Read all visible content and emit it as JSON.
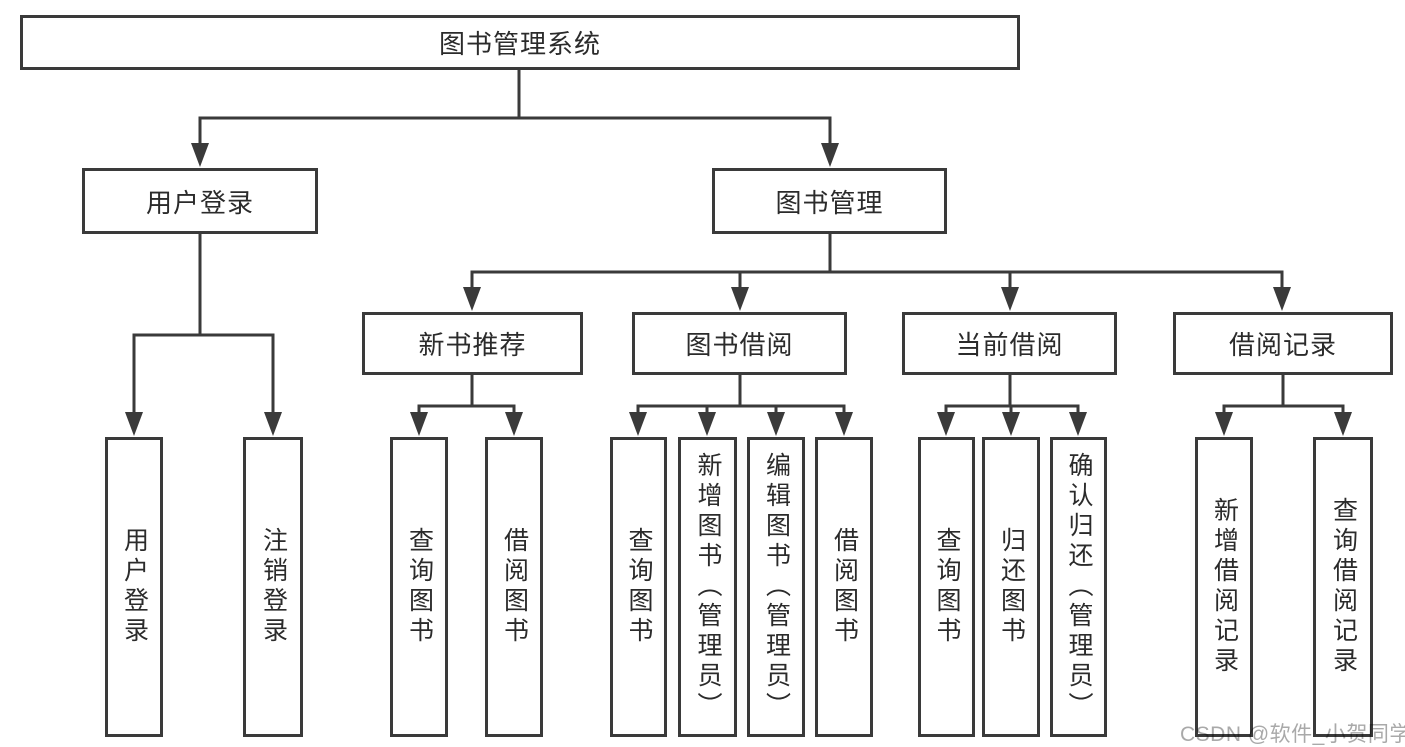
{
  "diagram": {
    "type": "hierarchy",
    "root": {
      "id": "system",
      "label": "图书管理系统",
      "children": [
        {
          "id": "user-login",
          "label": "用户登录",
          "children": [
            {
              "id": "login",
              "label": "用户登录"
            },
            {
              "id": "logout",
              "label": "注销登录"
            }
          ]
        },
        {
          "id": "book-management",
          "label": "图书管理",
          "children": [
            {
              "id": "new-book-recommend",
              "label": "新书推荐",
              "children": [
                {
                  "id": "nbr-query-book",
                  "label": "查询图书"
                },
                {
                  "id": "nbr-borrow-book",
                  "label": "借阅图书"
                }
              ]
            },
            {
              "id": "book-borrowing",
              "label": "图书借阅",
              "children": [
                {
                  "id": "bb-query-book",
                  "label": "查询图书"
                },
                {
                  "id": "bb-add-book",
                  "label": "新增图书（管理员）"
                },
                {
                  "id": "bb-edit-book",
                  "label": "编辑图书（管理员）"
                },
                {
                  "id": "bb-lend-book",
                  "label": "借阅图书"
                }
              ]
            },
            {
              "id": "current-borrowing",
              "label": "当前借阅",
              "children": [
                {
                  "id": "cb-query-book",
                  "label": "查询图书"
                },
                {
                  "id": "cb-return-book",
                  "label": "归还图书"
                },
                {
                  "id": "cb-confirm-return",
                  "label": "确认归还（管理员）"
                }
              ]
            },
            {
              "id": "borrow-records",
              "label": "借阅记录",
              "children": [
                {
                  "id": "br-add-record",
                  "label": "新增借阅记录"
                },
                {
                  "id": "br-query-record",
                  "label": "查询借阅记录"
                }
              ]
            }
          ]
        }
      ]
    },
    "colors": {
      "line": "#3a3a3a",
      "box_border": "#3a3a3a",
      "text": "#2b2b2b",
      "background": "#ffffff",
      "watermark": "#a9a9a9"
    }
  },
  "watermark": {
    "text": "CSDN @软件_小贺同学"
  }
}
